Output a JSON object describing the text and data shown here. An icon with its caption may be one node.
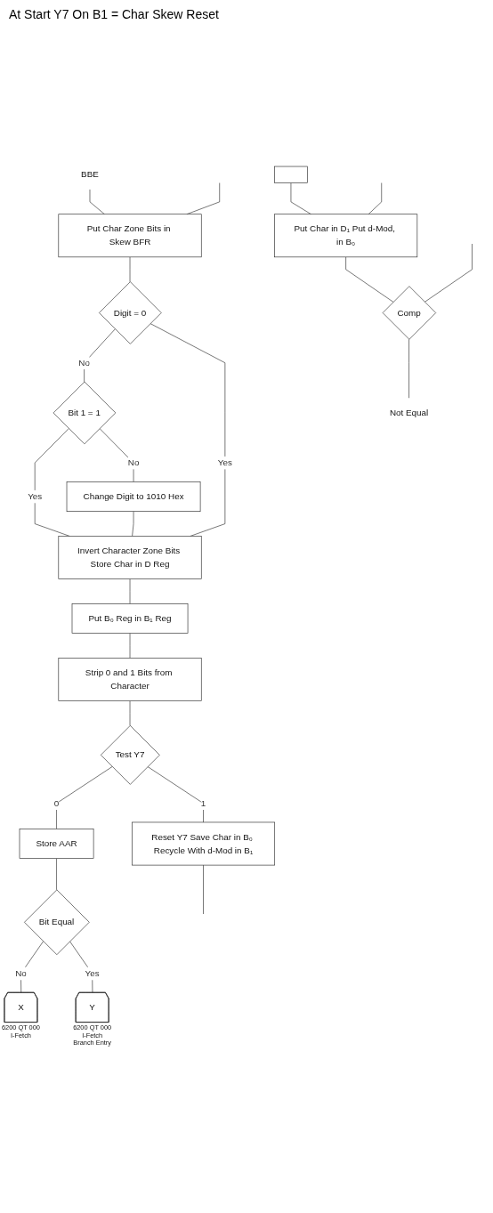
{
  "diagram": {
    "nodes": [
      {
        "text": [
          "Put Char Zone Bits in Skew BFR"
        ]
      },
      {
        "text": [
          "Digit = 0"
        ]
      },
      {
        "text": [
          "Bit 1 = 1"
        ]
      },
      {
        "text": [
          "Change Digit to 1010 Hex"
        ]
      },
      {
        "text": [
          "Invert Character Zone Bits Store Char in D Reg"
        ]
      },
      {
        "text": [
          "Put B₀ Reg in B₁ Reg"
        ]
      },
      {
        "text": [
          "Strip 0 and 1 Bits from Character"
        ]
      },
      {
        "text": [
          "Test Y7"
        ]
      },
      {
        "text": [
          "Store AAR"
        ]
      },
      {
        "text": [
          "Reset Y7 Save Char in B₀ Recycle With d-Mod in B₁"
        ]
      },
      {
        "text": [
          "Bit Equal"
        ]
      },
      {
        "text": [
          "X"
        ],
        "beside": [
          "6200 QT 000 I-Fetch"
        ]
      },
      {
        "text": [
          "Y"
        ],
        "beside": [
          "6200 QT 000 I-Fetch Branch Entry"
        ]
      },
      {
        "text": [],
        "shape": "box"
      },
      {
        "text": [
          "Put Char in D₁ Put d-Mod, in B₀"
        ]
      },
      {
        "text": [
          "Comp"
        ]
      }
    ],
    "edges": [
      {
        "from": null,
        "to": 0,
        "label": "BBE",
        "arrow": "none"
      },
      {
        "from": null,
        "to": 0,
        "arrow": "none"
      },
      {
        "from": 0,
        "to": 1,
        "arrow": "none"
      },
      {
        "from": 1,
        "to": 2,
        "label": "No",
        "arrow": "none"
      },
      {
        "from": 1,
        "to": 4,
        "label": "Yes",
        "arrow": "none"
      },
      {
        "from": 2,
        "to": 4,
        "label": "Yes",
        "arrow": "none"
      },
      {
        "from": 2,
        "to": 3,
        "label": "No",
        "arrow": "none"
      },
      {
        "from": 3,
        "to": 4,
        "arrow": "none"
      },
      {
        "from": 4,
        "to": 5,
        "arrow": "none"
      },
      {
        "from": 5,
        "to": 6,
        "arrow": "none"
      },
      {
        "from": 6,
        "to": 7,
        "arrow": "none"
      },
      {
        "from": 7,
        "to": 8,
        "label": "0",
        "arrow": "none"
      },
      {
        "from": 7,
        "to": 9,
        "label": "1",
        "arrow": "none"
      },
      {
        "from": 8,
        "to": 10,
        "arrow": "none"
      },
      {
        "from": 10,
        "to": 11,
        "label": "No",
        "arrow": "none"
      },
      {
        "from": 10,
        "to": 12,
        "label": "Yes",
        "arrow": "none"
      },
      {
        "from": 9,
        "to": null,
        "arrow": "none"
      },
      {
        "from": 13,
        "to": 14,
        "arrow": "none"
      },
      {
        "from": null,
        "to": 14,
        "arrow": "none"
      },
      {
        "from": 14,
        "to": 15,
        "arrow": "none"
      },
      {
        "from": null,
        "to": 15,
        "arrow": "none"
      },
      {
        "from": 15,
        "to": null,
        "label": "Not Equal",
        "arrow": "none"
      }
    ],
    "labels": [
      "At Start Y7 On B1 = Char Skew Reset"
    ]
  }
}
